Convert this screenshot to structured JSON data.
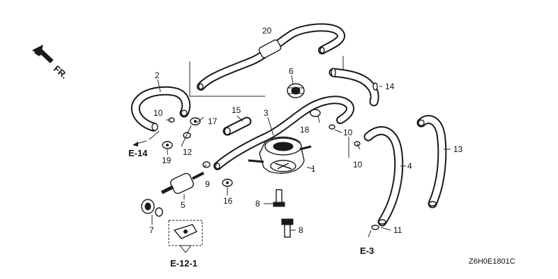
{
  "direction_label": "FR.",
  "callouts": [
    {
      "id": "c1",
      "text": "1"
    },
    {
      "id": "c2",
      "text": "2"
    },
    {
      "id": "c3",
      "text": "3"
    },
    {
      "id": "c4",
      "text": "4"
    },
    {
      "id": "c5",
      "text": "5"
    },
    {
      "id": "c6",
      "text": "6"
    },
    {
      "id": "c7",
      "text": "7"
    },
    {
      "id": "c8a",
      "text": "8"
    },
    {
      "id": "c8b",
      "text": "8"
    },
    {
      "id": "c9",
      "text": "9"
    },
    {
      "id": "c10a",
      "text": "10"
    },
    {
      "id": "c10b",
      "text": "10"
    },
    {
      "id": "c10c",
      "text": "10"
    },
    {
      "id": "c11",
      "text": "11"
    },
    {
      "id": "c12",
      "text": "12"
    },
    {
      "id": "c13",
      "text": "13"
    },
    {
      "id": "c14",
      "text": "14"
    },
    {
      "id": "c15",
      "text": "15"
    },
    {
      "id": "c16",
      "text": "16"
    },
    {
      "id": "c17",
      "text": "17"
    },
    {
      "id": "c18",
      "text": "18"
    },
    {
      "id": "c19",
      "text": "19"
    },
    {
      "id": "c20",
      "text": "20"
    }
  ],
  "section_refs": {
    "e14": "E-14",
    "e3": "E-3",
    "e121": "E-12-1"
  },
  "diagram_code": "Z6H0E1801C",
  "colors": {
    "line": "#1a1a1a",
    "background": "#ffffff"
  }
}
